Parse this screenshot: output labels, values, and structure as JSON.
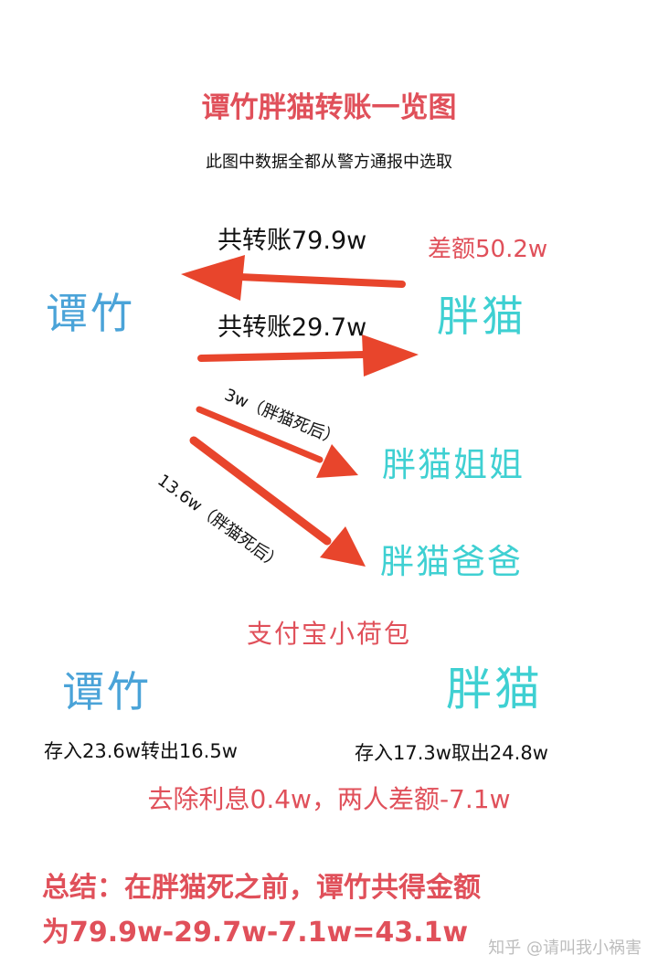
{
  "title": "谭竹胖猫转账一览图",
  "subtitle": "此图中数据全都从警方通报中选取",
  "transfers": {
    "to_tanzhu_total": "共转账79.9w",
    "difference": "差额50.2w",
    "to_pangmao_total": "共转账29.7w",
    "to_sister": "3w（胖猫死后）",
    "to_father": "13.6w（胖猫死后）"
  },
  "parties": {
    "tanzhu": "谭竹",
    "pangmao": "胖猫",
    "sister": "胖猫姐姐",
    "father": "胖猫爸爸"
  },
  "alipay": {
    "title": "支付宝小荷包",
    "left_name": "谭竹",
    "right_name": "胖猫",
    "left_flow": "存入23.6w转出16.5w",
    "right_flow": "存入17.3w取出24.8w",
    "net": "去除利息0.4w，两人差额-7.1w"
  },
  "summary": {
    "line1": "总结：在胖猫死之前，谭竹共得金额",
    "line2": "为79.9w-29.7w-7.1w=43.1w"
  },
  "watermark": "知乎 @请叫我小祸害",
  "colors": {
    "accent_red": "#e0505a",
    "arrow_red": "#e8452c",
    "tanzhu_blue": "#4aa3d8",
    "pangmao_cyan": "#3fd0d2"
  }
}
